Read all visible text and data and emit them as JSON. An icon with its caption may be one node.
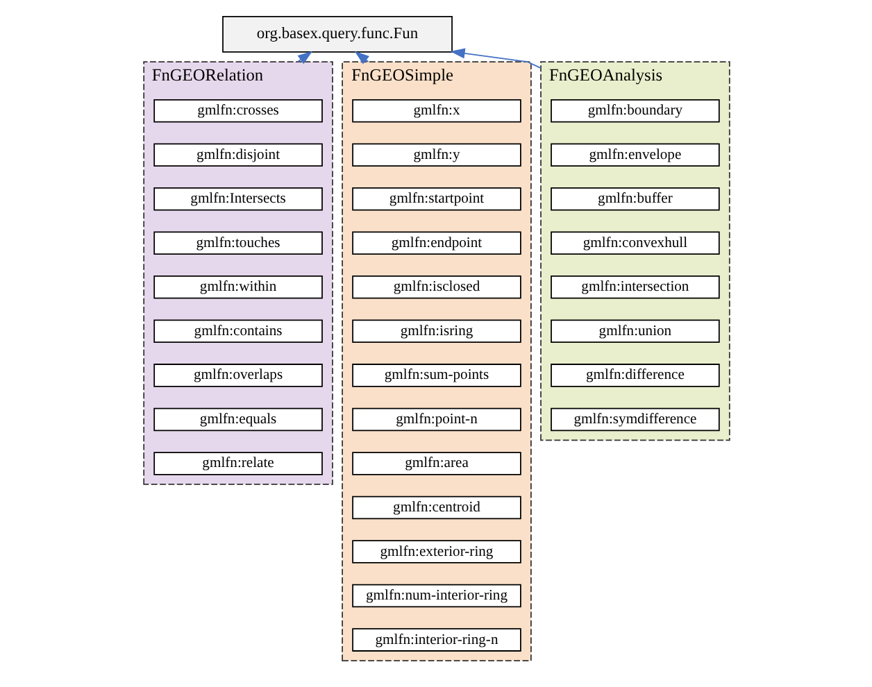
{
  "diagram": {
    "nodes": [
      {
        "text": [
          "org.basex.query.func.Fun"
        ]
      },
      {
        "text": [
          "FnGEORelation"
        ]
      },
      {
        "text": [
          "gmlfn:crosses"
        ],
        "in": 1
      },
      {
        "text": [
          "gmlfn:disjoint"
        ],
        "in": 1
      },
      {
        "text": [
          "gmlfn:Intersects"
        ],
        "in": 1
      },
      {
        "text": [
          "gmlfn:touches"
        ],
        "in": 1
      },
      {
        "text": [
          "gmlfn:within"
        ],
        "in": 1
      },
      {
        "text": [
          "gmlfn:contains"
        ],
        "in": 1
      },
      {
        "text": [
          "gmlfn:overlaps"
        ],
        "in": 1
      },
      {
        "text": [
          "gmlfn:equals"
        ],
        "in": 1
      },
      {
        "text": [
          "gmlfn:relate"
        ],
        "in": 1
      },
      {
        "text": [
          "FnGEOSimple"
        ]
      },
      {
        "text": [
          "gmlfn:x"
        ],
        "in": 11
      },
      {
        "text": [
          "gmlfn:y"
        ],
        "in": 11
      },
      {
        "text": [
          "gmlfn:startpoint"
        ],
        "in": 11
      },
      {
        "text": [
          "gmlfn:endpoint"
        ],
        "in": 11
      },
      {
        "text": [
          "gmlfn:isclosed"
        ],
        "in": 11
      },
      {
        "text": [
          "gmlfn:isring"
        ],
        "in": 11
      },
      {
        "text": [
          "gmlfn:sum-points"
        ],
        "in": 11
      },
      {
        "text": [
          "gmlfn:point-n"
        ],
        "in": 11
      },
      {
        "text": [
          "gmlfn:area"
        ],
        "in": 11
      },
      {
        "text": [
          "gmlfn:centroid"
        ],
        "in": 11
      },
      {
        "text": [
          "gmlfn:exterior-ring"
        ],
        "in": 11
      },
      {
        "text": [
          "gmlfn:num-interior-ring"
        ],
        "in": 11
      },
      {
        "text": [
          "gmlfn:interior-ring-n"
        ],
        "in": 11
      },
      {
        "text": [
          "FnGEOAnalysis"
        ]
      },
      {
        "text": [
          "gmlfn:boundary"
        ],
        "in": 25
      },
      {
        "text": [
          "gmlfn:envelope"
        ],
        "in": 25
      },
      {
        "text": [
          "gmlfn:buffer"
        ],
        "in": 25
      },
      {
        "text": [
          "gmlfn:convexhull"
        ],
        "in": 25
      },
      {
        "text": [
          "gmlfn:intersection"
        ],
        "in": 25
      },
      {
        "text": [
          "gmlfn:union"
        ],
        "in": 25
      },
      {
        "text": [
          "gmlfn:difference"
        ],
        "in": 25
      },
      {
        "text": [
          "gmlfn:symdifference"
        ],
        "in": 25
      }
    ],
    "edges": [
      {
        "from": 1,
        "to": 0,
        "arrow": "to"
      },
      {
        "from": 11,
        "to": 0,
        "arrow": "to"
      },
      {
        "from": 25,
        "to": 0,
        "arrow": "to"
      }
    ]
  }
}
